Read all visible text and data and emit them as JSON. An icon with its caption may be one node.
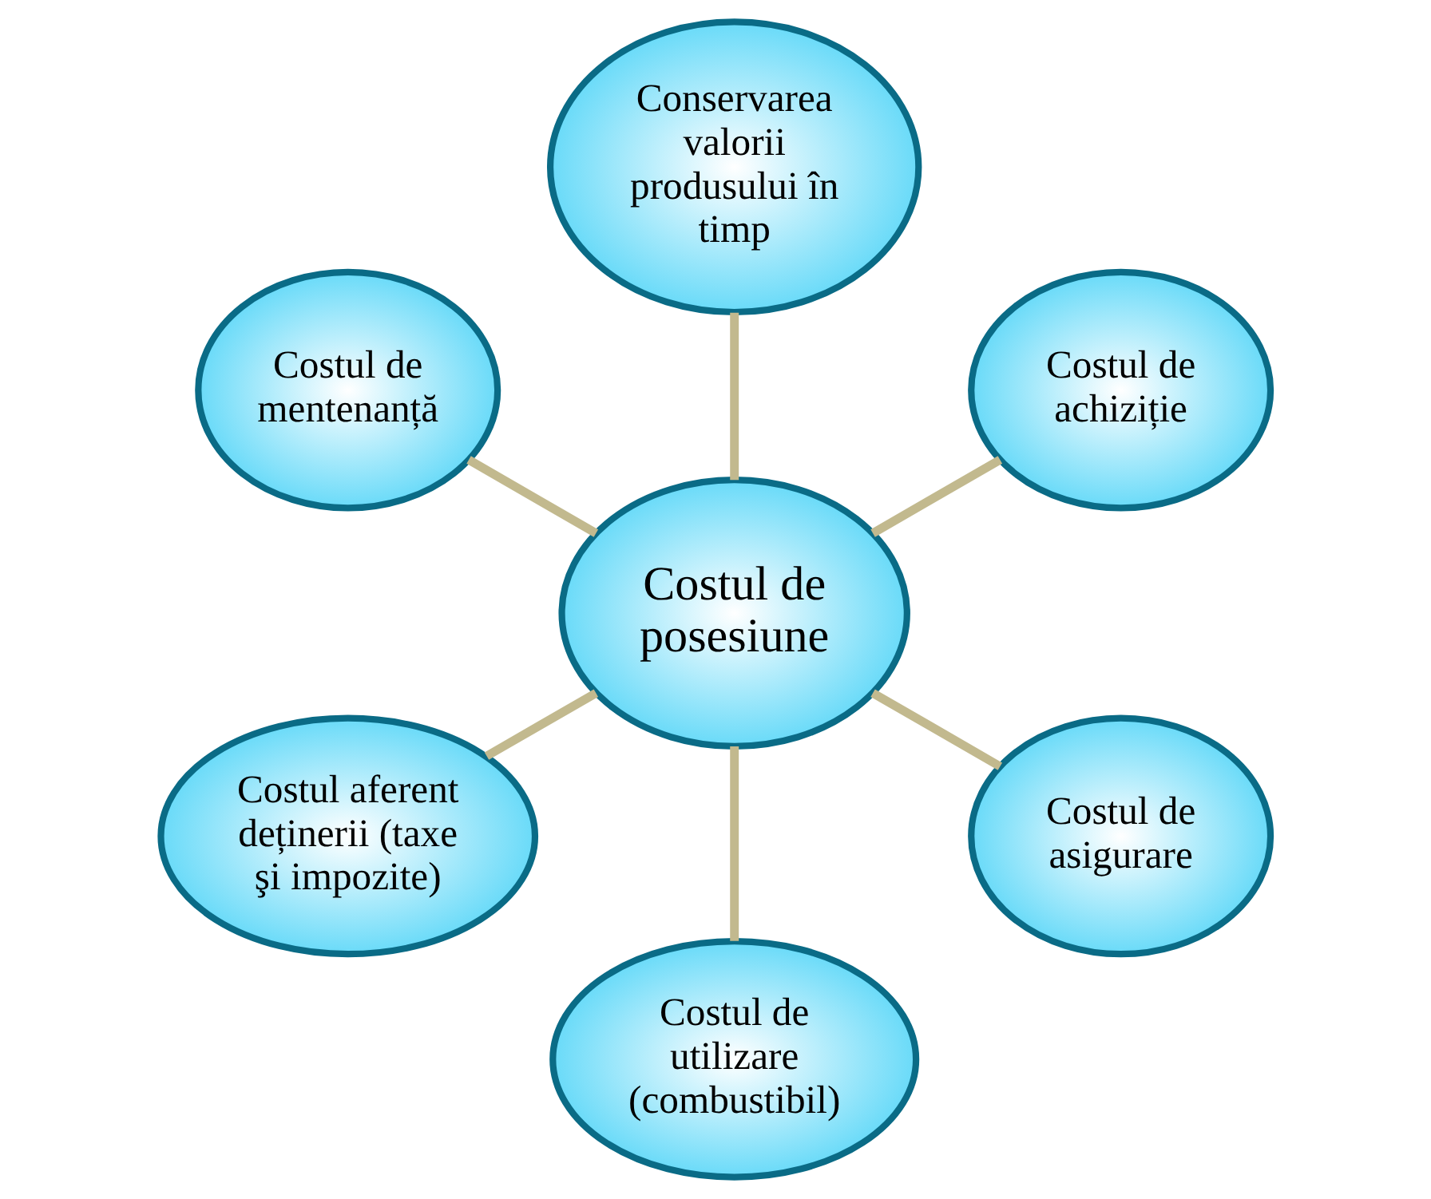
{
  "diagram": {
    "nodes": [
      {
        "text": [
          "Costul de achiziție"
        ]
      },
      {
        "text": [
          "Conservarea valorii produsului în timp"
        ]
      },
      {
        "text": [
          "Costul de mentenanță"
        ]
      },
      {
        "text": [
          "Costul de posesiune"
        ]
      },
      {
        "text": [
          "Costul aferent deținerii (taxe şi impozite)"
        ]
      },
      {
        "text": [
          "Costul de utilizare (combustibil)"
        ]
      },
      {
        "text": [
          "Costul de asigurare"
        ]
      }
    ],
    "edges": [
      {
        "from": 3,
        "to": 0,
        "arrow": "none"
      },
      {
        "from": 3,
        "to": 2,
        "arrow": "none"
      },
      {
        "from": 3,
        "to": 5,
        "arrow": "none"
      },
      {
        "from": 3,
        "to": 6,
        "arrow": "none"
      },
      {
        "from": 3,
        "to": 4,
        "arrow": "none"
      },
      {
        "from": 3,
        "to": 1,
        "arrow": "none"
      }
    ]
  }
}
